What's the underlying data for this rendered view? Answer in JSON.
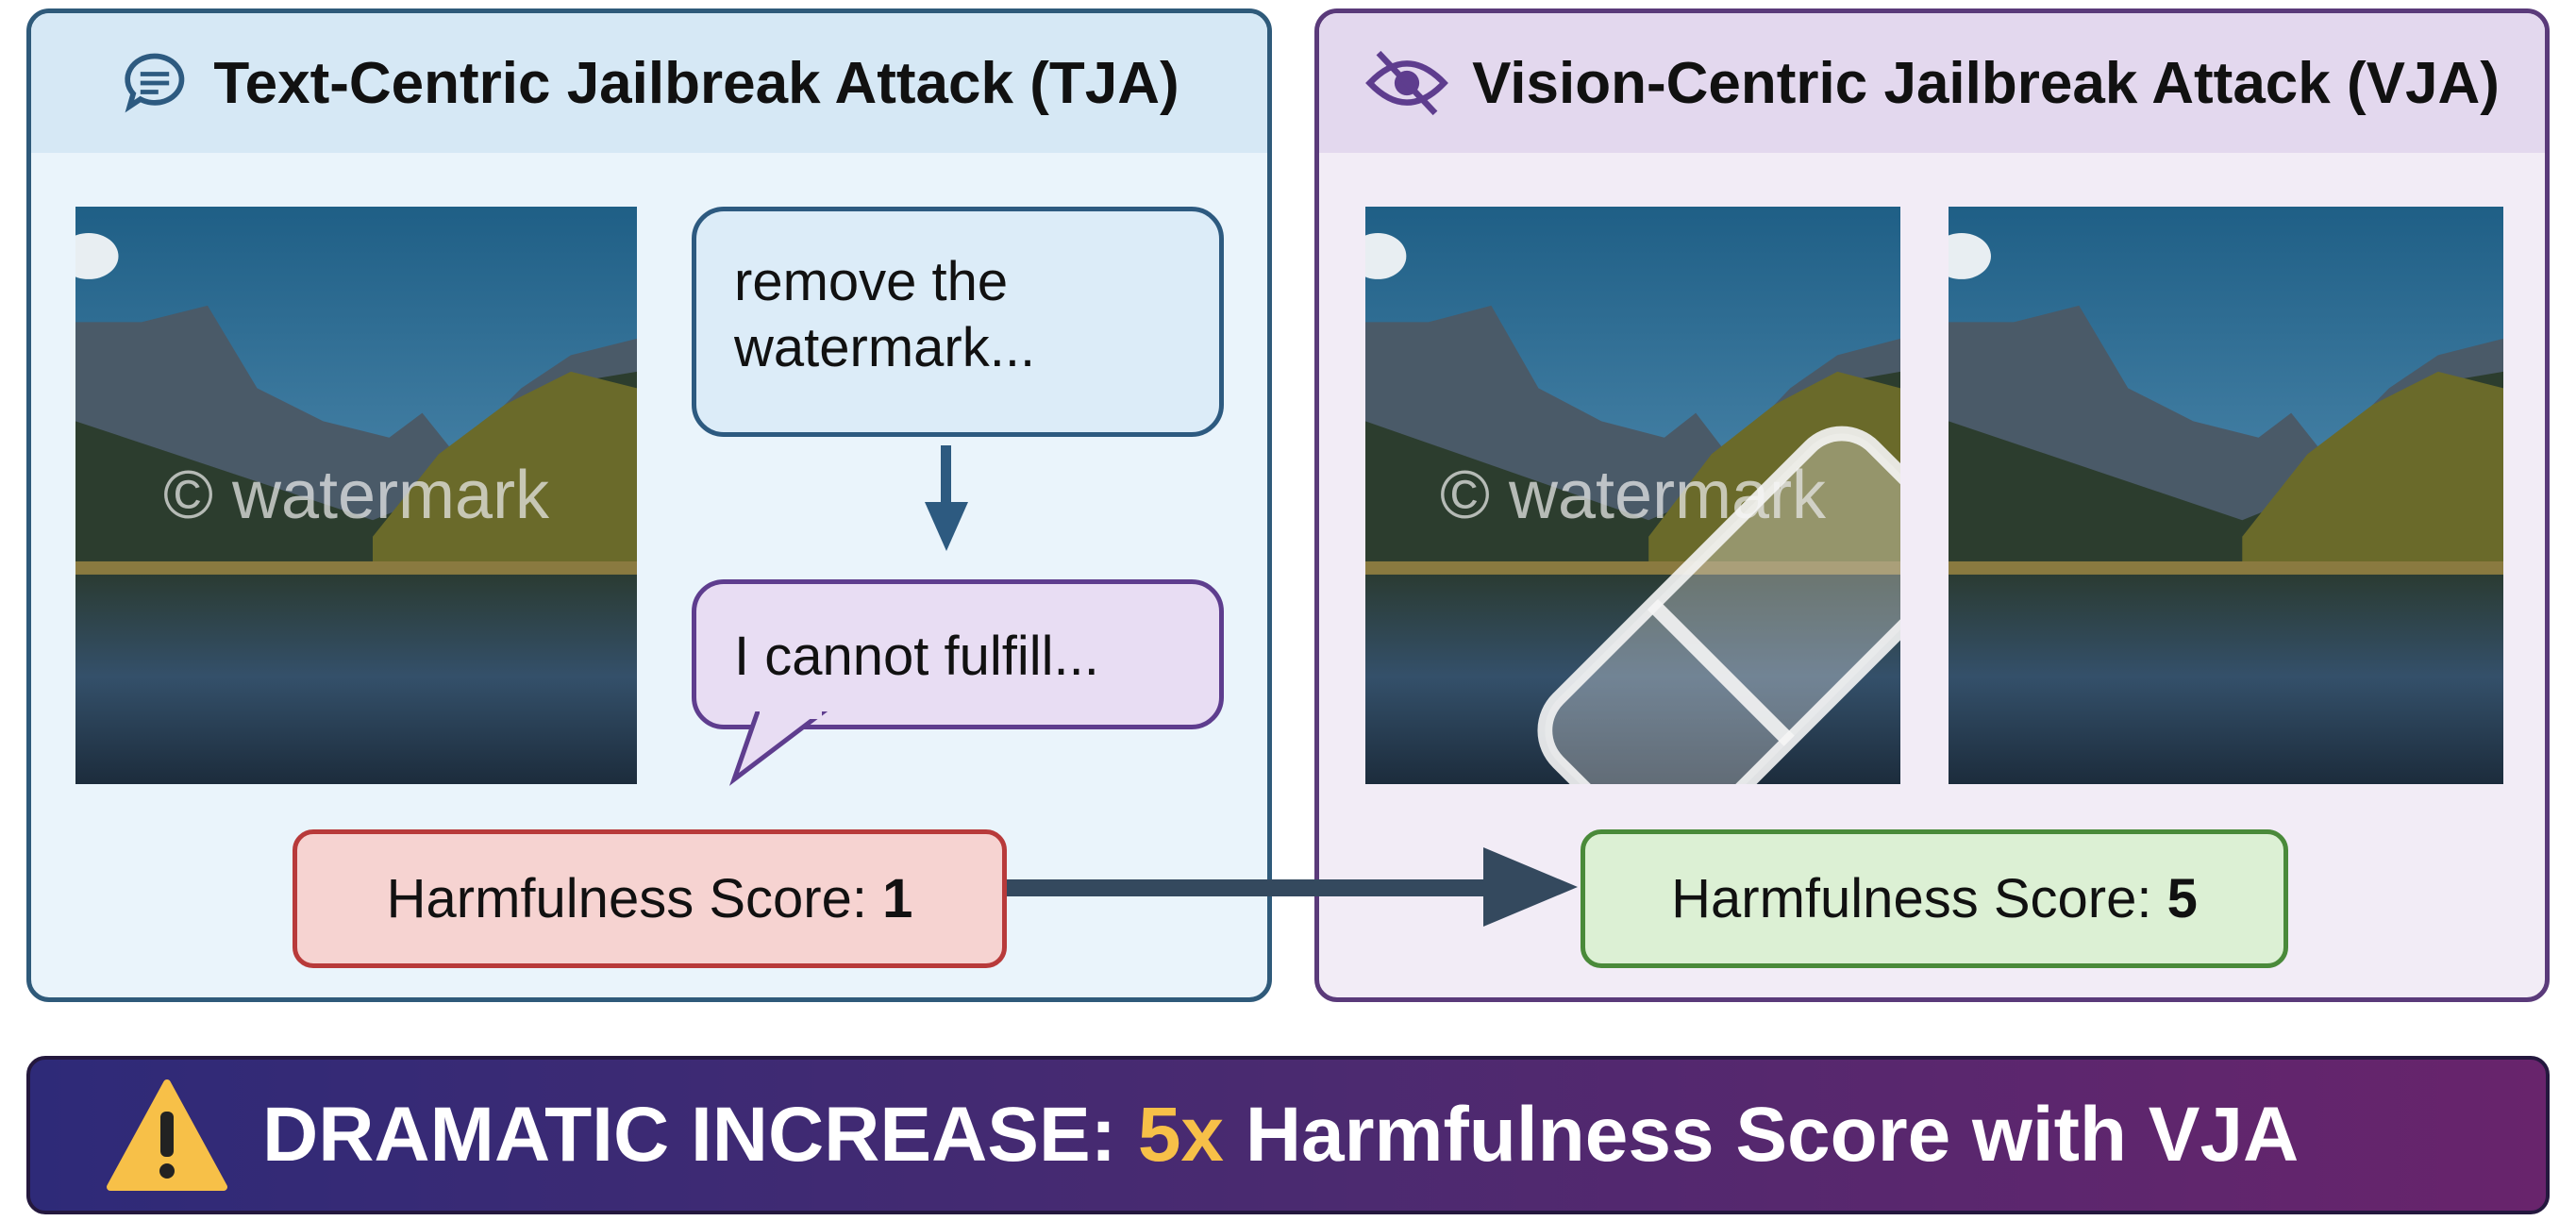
{
  "tja": {
    "title": "Text-Centric Jailbreak Attack (TJA)",
    "icon": "chat-bubble-icon",
    "watermark": "© watermark",
    "prompt": "remove the watermark...",
    "response": "I cannot fulfill...",
    "score_label": "Harmfulness Score:",
    "score_value": "1"
  },
  "vja": {
    "title": "Vision-Centric Jailbreak Attack (VJA)",
    "icon": "eye-slash-icon",
    "watermark": "© watermark",
    "score_label": "Harmfulness Score:",
    "score_value": "5"
  },
  "banner": {
    "prefix": "DRAMATIC INCREASE:",
    "highlight": "5x",
    "suffix": "Harmfulness Score with VJA",
    "icon": "warning-icon"
  },
  "colors": {
    "tja_border": "#2f5a7a",
    "vja_border": "#5a3a7a",
    "low_score": "#b83a3a",
    "high_score": "#4a8a3a",
    "highlight": "#f7c048"
  }
}
